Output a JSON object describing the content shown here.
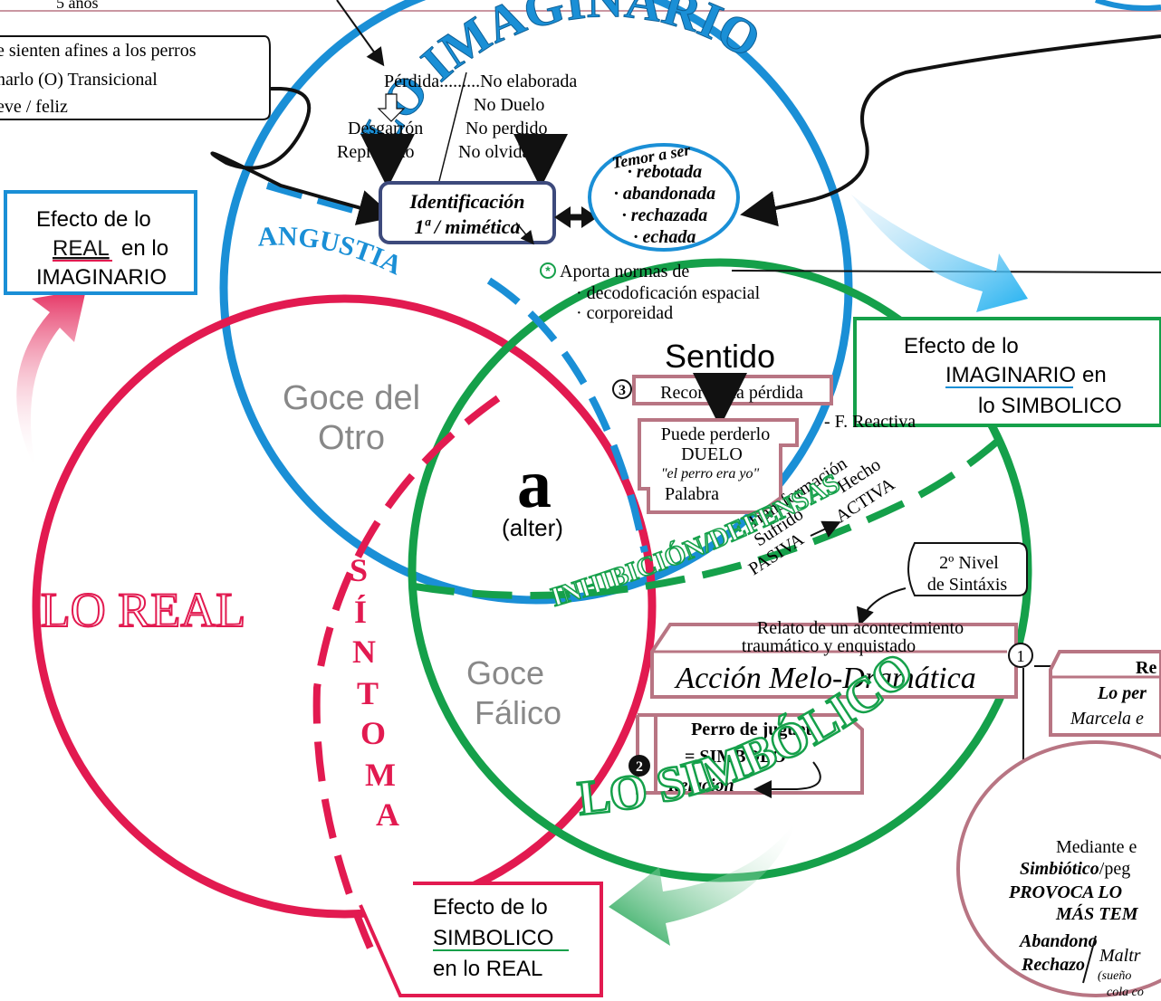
{
  "colors": {
    "imaginario": "#1a8fd6",
    "simbolico": "#15a04a",
    "real": "#e21a50",
    "mauve": "#b87583",
    "navy": "#3d4a7c",
    "black": "#111111",
    "grey": "#777777"
  },
  "top": {
    "years": "5 años",
    "callout_left": [
      "e sienten afines a los perros",
      "narlo    (O) Transicional",
      "eve / feliz"
    ]
  },
  "imaginario": {
    "title": "LO IMAGINARIO",
    "angustia": "ANGUSTIA",
    "perdida": "Pérdida.........No elaborada",
    "no_duelo": "No Duelo",
    "desgarron": "Desgarrón",
    "no_perdido": "No perdido",
    "reprimido": "Reprimido",
    "no_olvidado": "No olvidado",
    "identificacion_1": "Identificación",
    "identificacion_2": "1ª / mimética",
    "temor_title": "Temor a ser",
    "temor_items": [
      "· rebotada",
      "· abandonada",
      "· rechazada",
      "· echada"
    ],
    "aporta_1": "Aporta normas de",
    "aporta_2": "· decodoficación espacial",
    "aporta_3": "· corporeidad"
  },
  "effects": {
    "real_en_imaginario": [
      "Efecto de lo",
      "REAL",
      "en lo",
      "IMAGINARIO"
    ],
    "imaginario_en_simbolico": [
      "Efecto de lo",
      "IMAGINARIO",
      "en",
      "lo SIMBOLICO"
    ],
    "simbolico_en_real": [
      "Efecto de lo",
      "SIMBOLICO",
      "en lo REAL"
    ]
  },
  "center": {
    "goce_otro_1": "Goce del",
    "goce_otro_2": "Otro",
    "a": "a",
    "alter": "(alter)",
    "goce_falico_1": "Goce",
    "goce_falico_2": "Fálico",
    "lo_real": "LO REAL",
    "sintoma_letters": [
      "S",
      "Í",
      "N",
      "T",
      "O",
      "M",
      "A"
    ]
  },
  "simbolico": {
    "title": "LO SIMBÓLICO",
    "sentido": "Sentido",
    "num3": "3",
    "recordar": "Recordar la pérdida",
    "puede": "Puede perderlo",
    "duelo": "DUELO",
    "perro_era": "\"el perro era yo\"",
    "palabra": "Palabra",
    "reactiva": "- F. Reactiva",
    "inhibicion": "INHIBICIÓN/DEFENSAS",
    "transformacion": "Transformación",
    "sufrido": "Sufrido",
    "hecho": "Hecho",
    "pasiva": "PASIVA",
    "activa": "ACTIVA",
    "nivel_1": "2º Nivel",
    "nivel_2": "de Sintáxis",
    "relato_1": "Relato de un acontecimiento",
    "relato_2": "traumático y enquistado",
    "accion": "Acción Melo-Dramática",
    "num1": "1",
    "num2": "2",
    "perro_juguete": "Perro de juguete",
    "simbolo": "= SIMBOLO",
    "relacion": "Relación"
  },
  "right": {
    "re": "Re",
    "lo_per": "Lo per",
    "marcela": "Marcela e",
    "mediante": "Mediante e",
    "simbiotico_a": "Simbiótico",
    "simbiotico_b": "/peg",
    "provoca": "PROVOCA LO",
    "mas_tem": "MÁS TEM",
    "abandono": "Abandono",
    "rechazo": "Rechazo",
    "maltr": "Maltr",
    "sueno": "(sueño",
    "cola": "cola co"
  }
}
